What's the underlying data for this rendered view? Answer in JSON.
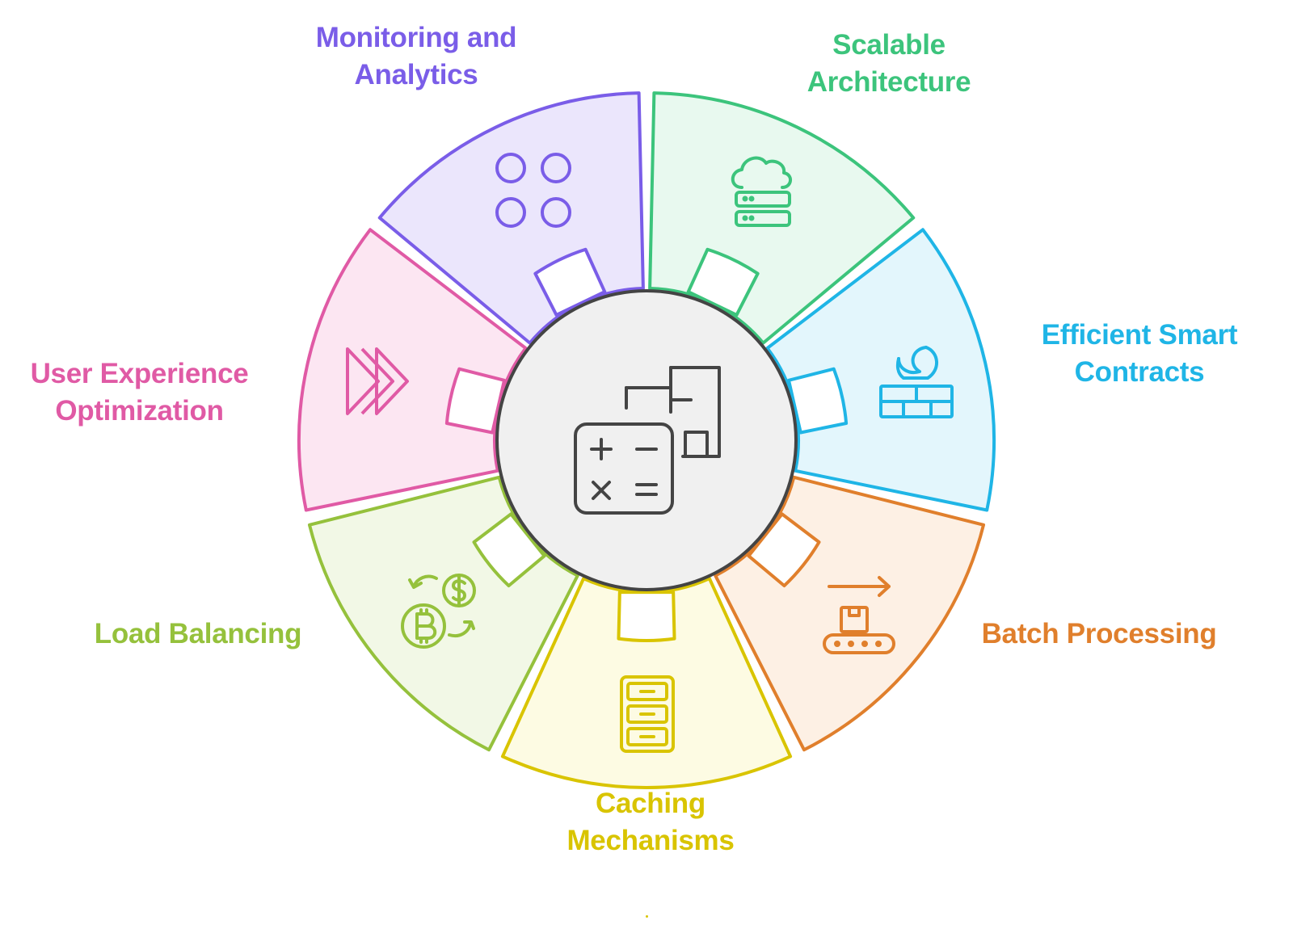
{
  "diagram": {
    "center": {
      "icon": "calculator-and-layout-icon"
    },
    "segments": [
      {
        "id": "scalable",
        "label_lines": [
          "Scalable",
          "Architecture"
        ],
        "color": "#3cc47c",
        "fill": "#e8f9ef",
        "icon": "cloud-server-icon"
      },
      {
        "id": "smart",
        "label_lines": [
          "Efficient Smart",
          "Contracts"
        ],
        "color": "#1fb5e6",
        "fill": "#e3f6fc",
        "icon": "firewall-icon"
      },
      {
        "id": "batch",
        "label_lines": [
          "Batch Processing"
        ],
        "color": "#e07f2c",
        "fill": "#fdf0e4",
        "icon": "conveyor-belt-icon"
      },
      {
        "id": "caching",
        "label_lines": [
          "Caching",
          "Mechanisms"
        ],
        "color": "#d9c400",
        "fill": "#fdfbe3",
        "icon": "filing-cabinet-icon"
      },
      {
        "id": "load",
        "label_lines": [
          "Load Balancing"
        ],
        "color": "#95c13c",
        "fill": "#f2f8e6",
        "icon": "currency-exchange-icon"
      },
      {
        "id": "ux",
        "label_lines": [
          "User Experience",
          "Optimization"
        ],
        "color": "#e05aa5",
        "fill": "#fce6f2",
        "icon": "fast-forward-icon"
      },
      {
        "id": "monitoring",
        "label_lines": [
          "Monitoring and",
          "Analytics"
        ],
        "color": "#7a5de8",
        "fill": "#ebe6fc",
        "icon": "four-circles-icon"
      }
    ]
  }
}
